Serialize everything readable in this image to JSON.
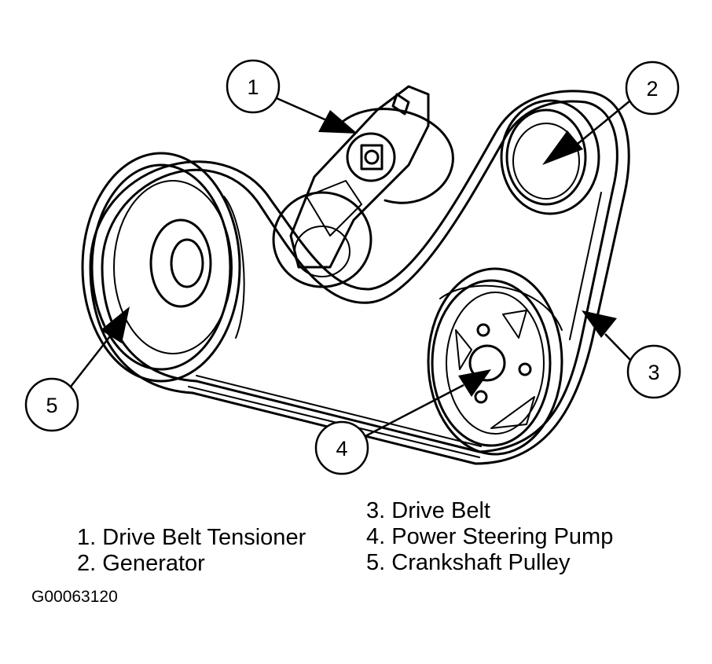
{
  "callouts": [
    "1",
    "2",
    "3",
    "4",
    "5"
  ],
  "legend": [
    {
      "number": "1.",
      "label": "Drive Belt Tensioner"
    },
    {
      "number": "2.",
      "label": "Generator"
    },
    {
      "number": "3.",
      "label": "Drive Belt"
    },
    {
      "number": "4.",
      "label": "Power Steering Pump"
    },
    {
      "number": "5.",
      "label": "Crankshaft Pulley"
    }
  ],
  "figure_code": "G00063120",
  "colors": {
    "line": "#000000",
    "background": "#ffffff"
  }
}
